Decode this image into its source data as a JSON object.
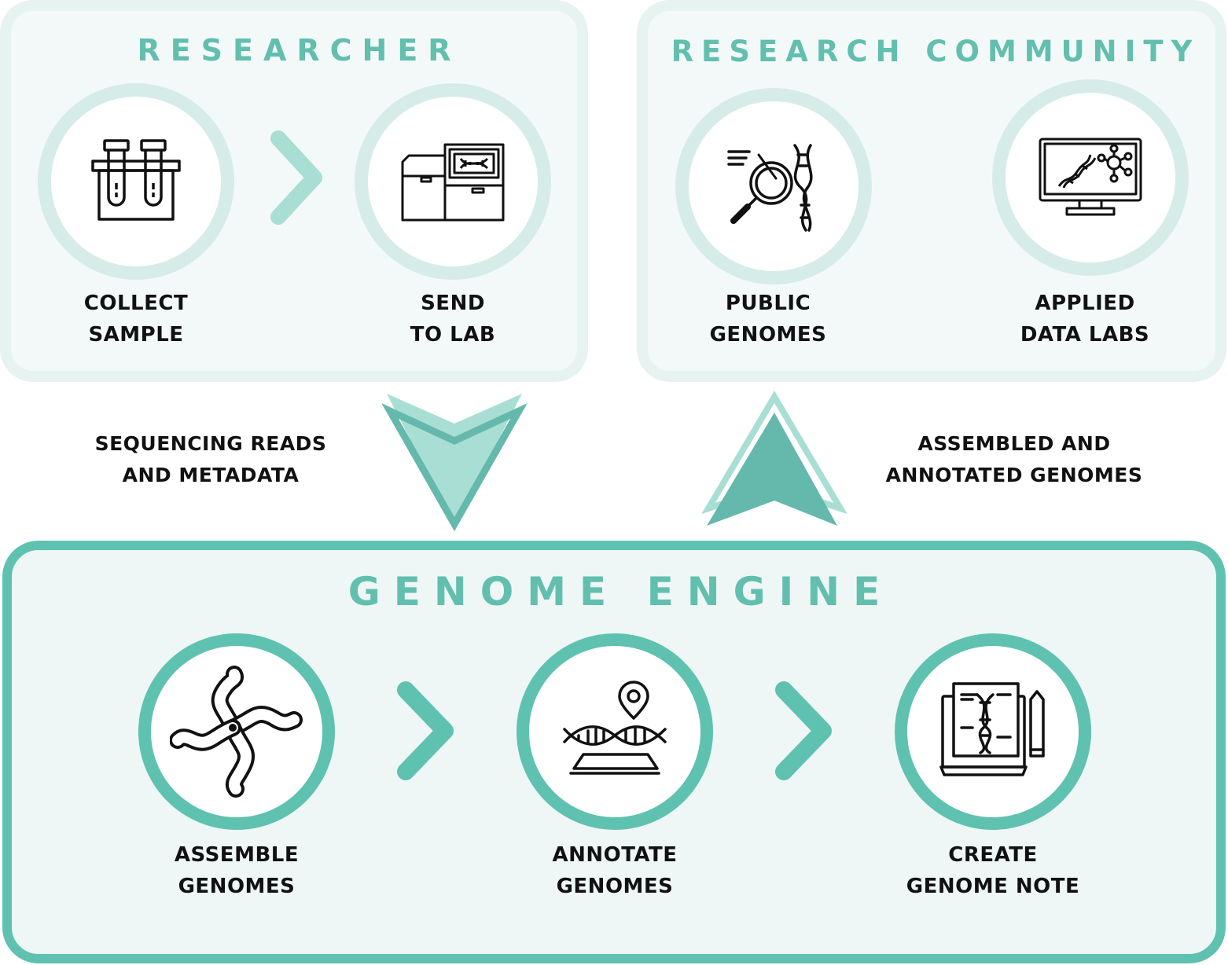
{
  "researcher": {
    "title": "RESEARCHER",
    "steps": [
      {
        "line1": "COLLECT",
        "line2": "SAMPLE",
        "icon": "test-tubes-icon"
      },
      {
        "line1": "SEND",
        "line2": "TO LAB",
        "icon": "sequencer-icon"
      }
    ]
  },
  "community": {
    "title": "RESEARCH COMMUNITY",
    "steps": [
      {
        "line1": "PUBLIC",
        "line2": "GENOMES",
        "icon": "dna-magnifier-icon"
      },
      {
        "line1": "APPLIED",
        "line2": "DATA LABS",
        "icon": "dna-monitor-icon"
      }
    ]
  },
  "flows": {
    "down": {
      "line1": "SEQUENCING READS",
      "line2": "AND METADATA"
    },
    "up": {
      "line1": "ASSEMBLED AND",
      "line2": "ANNOTATED GENOMES"
    }
  },
  "engine": {
    "title": "GENOME ENGINE",
    "steps": [
      {
        "line1": "ASSEMBLE",
        "line2": "GENOMES",
        "icon": "chromosome-icon"
      },
      {
        "line1": "ANNOTATE",
        "line2": "GENOMES",
        "icon": "dna-location-icon"
      },
      {
        "line1": "CREATE",
        "line2": "GENOME NOTE",
        "icon": "genome-note-icon"
      }
    ]
  },
  "colors": {
    "accent": "#5fc2b0",
    "light_ring": "#d6ece8",
    "panel_light": "#f3f9f9",
    "arrow_light": "#a8ded3",
    "arrow_dark": "#65b9ac"
  }
}
